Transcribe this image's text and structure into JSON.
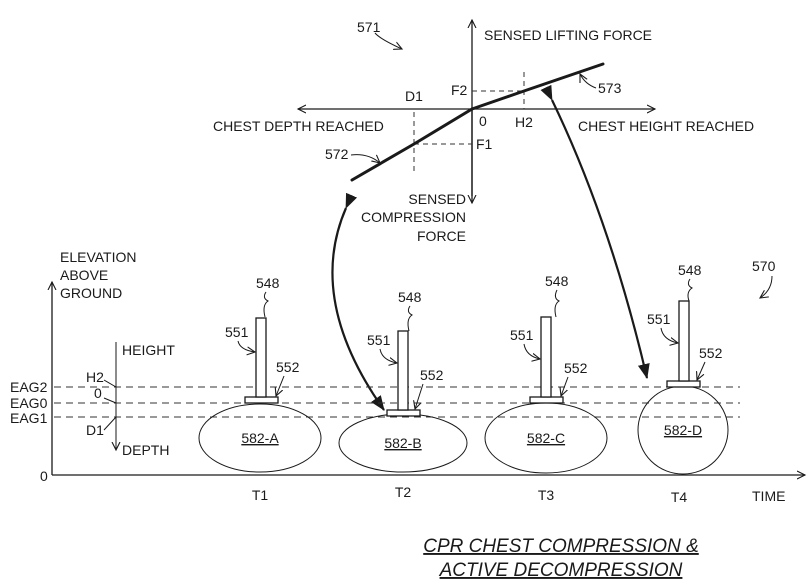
{
  "figure": {
    "title_line1": "CPR CHEST COMPRESSION &",
    "title_line2": "ACTIVE DECOMPRESSION",
    "ref_main": "570",
    "ref_graph": "571"
  },
  "force_graph": {
    "y_axis_top_label": "SENSED LIFTING FORCE",
    "y_axis_bottom_label_1": "SENSED",
    "y_axis_bottom_label_2": "COMPRESSION",
    "y_axis_bottom_label_3": "FORCE",
    "x_axis_left_label": "CHEST DEPTH REACHED",
    "x_axis_right_label": "CHEST HEIGHT REACHED",
    "origin_label": "0",
    "d1_label": "D1",
    "h2_label": "H2",
    "f1_label": "F1",
    "f2_label": "F2",
    "compression_curve_ref": "572",
    "lifting_curve_ref": "573"
  },
  "elevation_graph": {
    "y_axis_label_1": "ELEVATION",
    "y_axis_label_2": "ABOVE",
    "y_axis_label_3": "GROUND",
    "x_axis_label": "TIME",
    "origin_label": "0",
    "levels": [
      {
        "name": "EAG2",
        "marker": "H2"
      },
      {
        "name": "EAG0",
        "marker": "0"
      },
      {
        "name": "EAG1",
        "marker": "D1"
      }
    ],
    "scale_top_label": "HEIGHT",
    "scale_bottom_label": "DEPTH",
    "frames": [
      {
        "time": "T1",
        "chest": "582-A",
        "device_ref": "548",
        "shaft_ref": "551",
        "pad_ref": "552",
        "state": "EAG0"
      },
      {
        "time": "T2",
        "chest": "582-B",
        "device_ref": "548",
        "shaft_ref": "551",
        "pad_ref": "552",
        "state": "EAG1"
      },
      {
        "time": "T3",
        "chest": "582-C",
        "device_ref": "548",
        "shaft_ref": "551",
        "pad_ref": "552",
        "state": "EAG0"
      },
      {
        "time": "T4",
        "chest": "582-D",
        "device_ref": "548",
        "shaft_ref": "551",
        "pad_ref": "552",
        "state": "EAG2"
      }
    ]
  }
}
